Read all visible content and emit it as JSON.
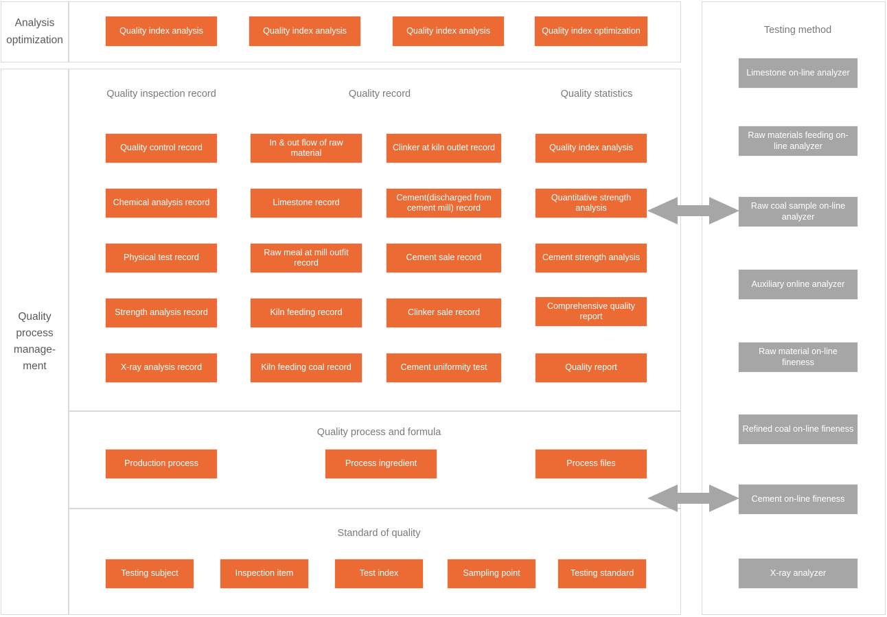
{
  "colors": {
    "orange": "#EC6A33",
    "gray": "#A6A6A6",
    "panel_border": "#D9D9D9",
    "label_text": "#595959",
    "title_text": "#7A7A7A"
  },
  "row_labels": {
    "analysis_optimization": "Analysis optimization",
    "quality_process_management": "Quality process manage- ment"
  },
  "analysis_optimization_row": {
    "boxes": [
      "Quality index analysis",
      "Quality index analysis",
      "Quality index analysis",
      "Quality index optimization"
    ]
  },
  "quality_process_management": {
    "column_titles": [
      "Quality inspection record",
      "Quality record",
      "Quality statistics"
    ],
    "columns": [
      {
        "title": "Quality inspection record",
        "boxes": [
          "Quality control record",
          "Chemical analysis record",
          "Physical test record",
          "Strength analysis record",
          "X-ray analysis record"
        ]
      },
      {
        "title": "Quality record",
        "boxes": [
          "In & out flow of raw material",
          "Limestone record",
          "Raw meal at mill outfit record",
          "Kiln feeding record",
          "Kiln feeding coal record"
        ]
      },
      {
        "title": "",
        "boxes": [
          "Clinker at kiln outlet record",
          "Cement(discharged from cement mill) record",
          "Cement sale record",
          "Clinker sale record",
          "Cement uniformity test"
        ]
      },
      {
        "title": "Quality statistics",
        "boxes": [
          "Quality index analysis",
          "Quantitative strength analysis",
          "Cement strength analysis",
          "Comprehensive quality report",
          "Quality report"
        ]
      }
    ]
  },
  "quality_process_and_formula": {
    "title": "Quality process and formula",
    "boxes": [
      "Production process",
      "Process ingredient",
      "Process files"
    ]
  },
  "standard_of_quality": {
    "title": "Standard of quality",
    "boxes": [
      "Testing subject",
      "Inspection item",
      "Test index",
      "Sampling point",
      "Testing standard"
    ]
  },
  "testing_method": {
    "title": "Testing method",
    "boxes": [
      "Limestone  on-line analyzer",
      "Raw materials feeding on-line analyzer",
      "Raw coal sample on-line analyzer",
      "Auxiliary online analyzer",
      "Raw material on-line fineness",
      "Refined coal on-line fineness",
      "Cement on-line fineness",
      "X-ray analyzer"
    ]
  },
  "connectors": [
    {
      "name": "quantitative-strength-to-raw-coal-sample",
      "type": "double-arrow"
    },
    {
      "name": "process-files-to-cement-fineness",
      "type": "double-arrow"
    }
  ]
}
